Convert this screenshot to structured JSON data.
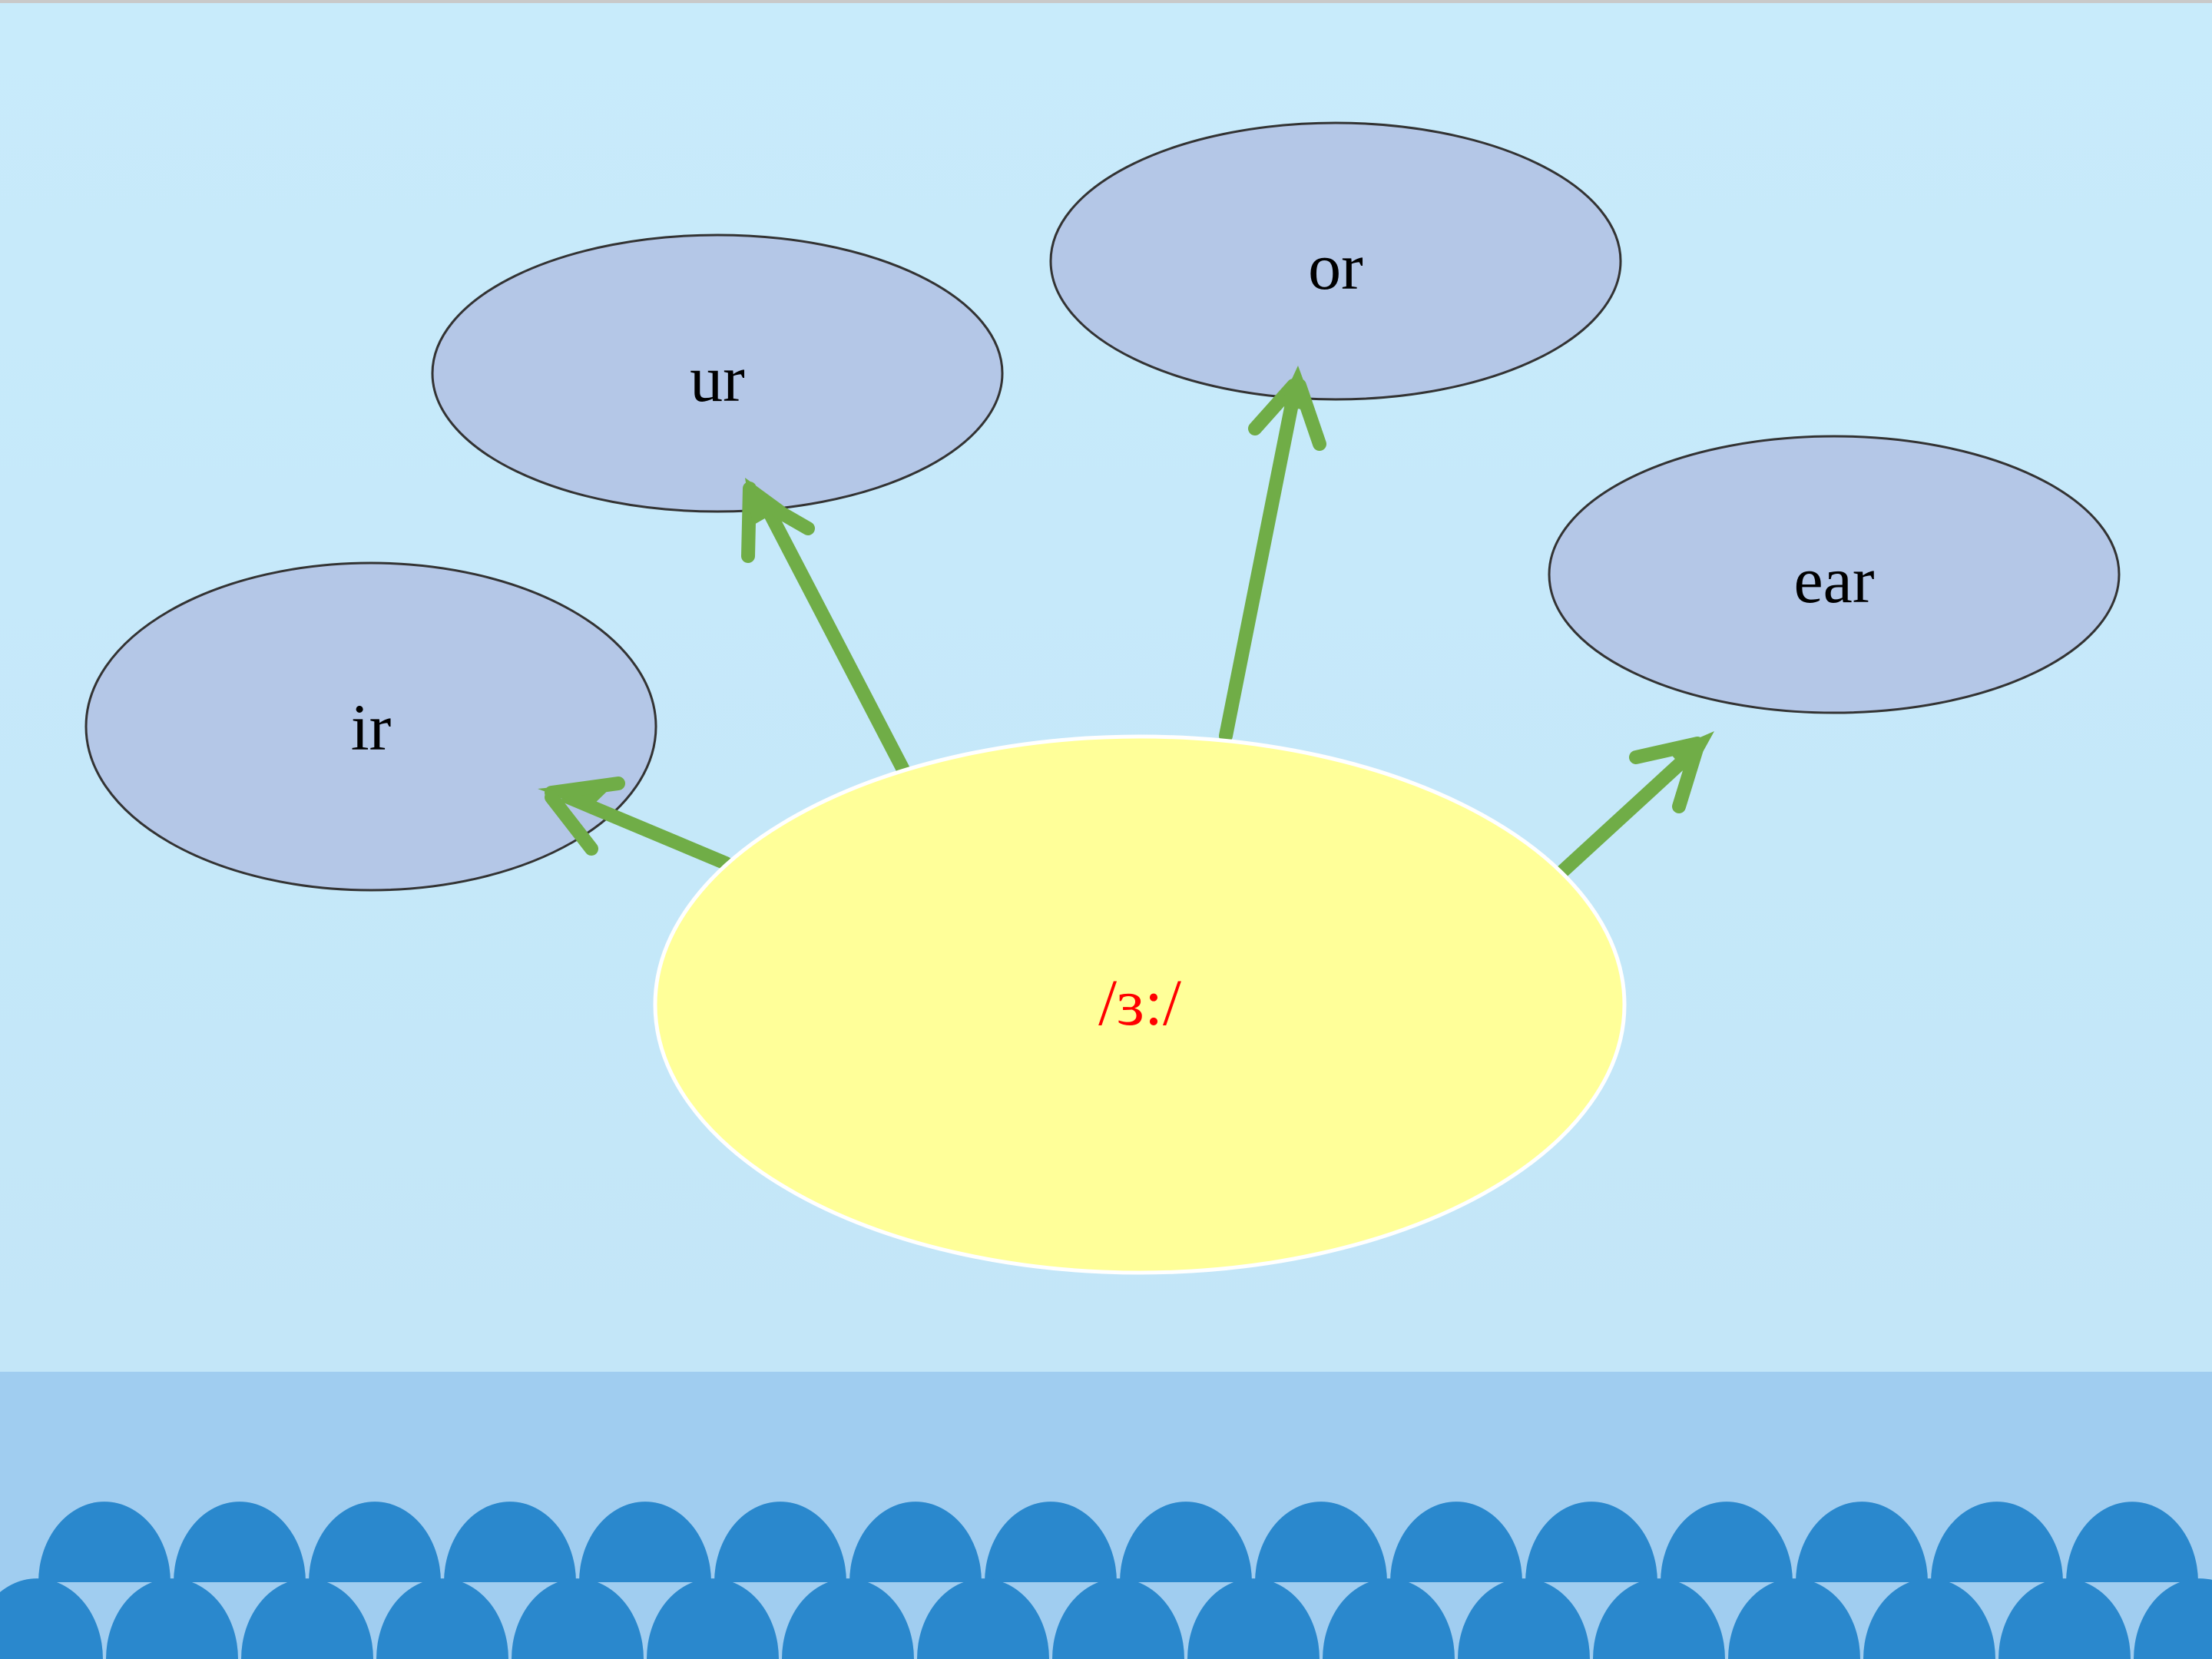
{
  "diagram": {
    "center": {
      "label": "/ɜ:/",
      "color": "#ff0000"
    },
    "spellings": [
      {
        "id": "ir",
        "label": "ir"
      },
      {
        "id": "ur",
        "label": "ur"
      },
      {
        "id": "or",
        "label": "or"
      },
      {
        "id": "ear",
        "label": "ear"
      }
    ]
  },
  "colors": {
    "sky_top": "#c8ebfb",
    "sky_bottom": "#c3e6f8",
    "band": "#a0cdf0",
    "scallops": "#2a88cd",
    "spelling_fill": "#b4c7e7",
    "spelling_stroke": "#333333",
    "center_fill": "#ffff99",
    "center_stroke": "#ffffff",
    "arrow": "#70ad47",
    "text": "#000000"
  }
}
